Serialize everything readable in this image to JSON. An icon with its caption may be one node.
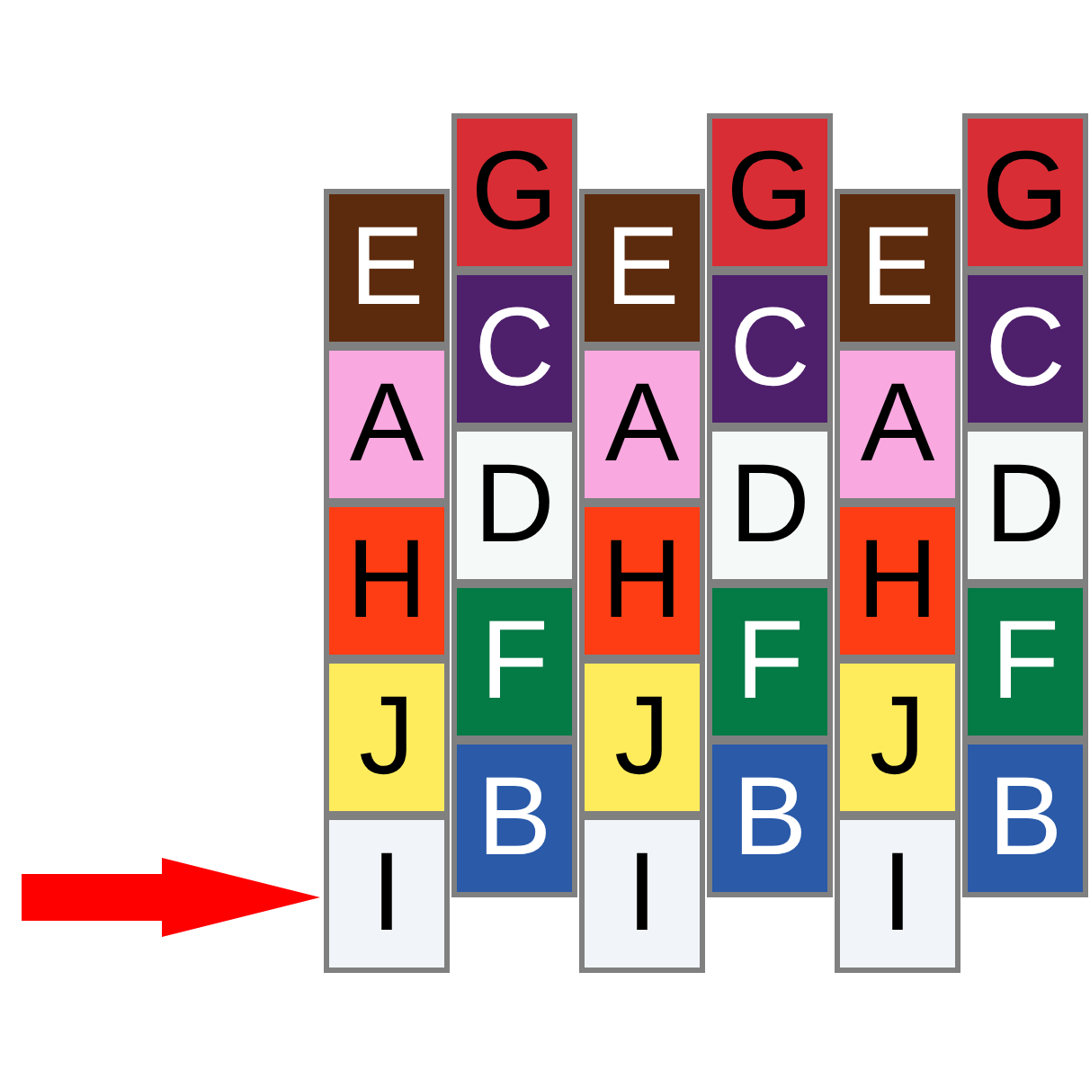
{
  "diagram": {
    "nodes": [
      {
        "text": [
          "E"
        ]
      },
      {
        "text": [
          "A"
        ]
      },
      {
        "text": [
          "H"
        ]
      },
      {
        "text": [
          "J"
        ]
      },
      {
        "text": [
          "I"
        ]
      },
      {
        "text": [
          "G"
        ]
      },
      {
        "text": [
          "C"
        ]
      },
      {
        "text": [
          "D"
        ]
      },
      {
        "text": [
          "F"
        ]
      },
      {
        "text": [
          "B"
        ]
      },
      {
        "text": [
          "E"
        ]
      },
      {
        "text": [
          "A"
        ]
      },
      {
        "text": [
          "H"
        ]
      },
      {
        "text": [
          "J"
        ]
      },
      {
        "text": [
          "I"
        ]
      },
      {
        "text": [
          "G"
        ]
      },
      {
        "text": [
          "C"
        ]
      },
      {
        "text": [
          "D"
        ]
      },
      {
        "text": [
          "F"
        ]
      },
      {
        "text": [
          "B"
        ]
      },
      {
        "text": [
          "E"
        ]
      },
      {
        "text": [
          "A"
        ]
      },
      {
        "text": [
          "H"
        ]
      },
      {
        "text": [
          "J"
        ]
      },
      {
        "text": [
          "I"
        ]
      },
      {
        "text": [
          "G"
        ]
      },
      {
        "text": [
          "C"
        ]
      },
      {
        "text": [
          "D"
        ]
      },
      {
        "text": [
          "F"
        ]
      },
      {
        "text": [
          "B"
        ]
      }
    ],
    "edges": [
      {
        "from": null,
        "to": 4,
        "arrow": "to",
        "color": "#ff0000"
      }
    ]
  }
}
